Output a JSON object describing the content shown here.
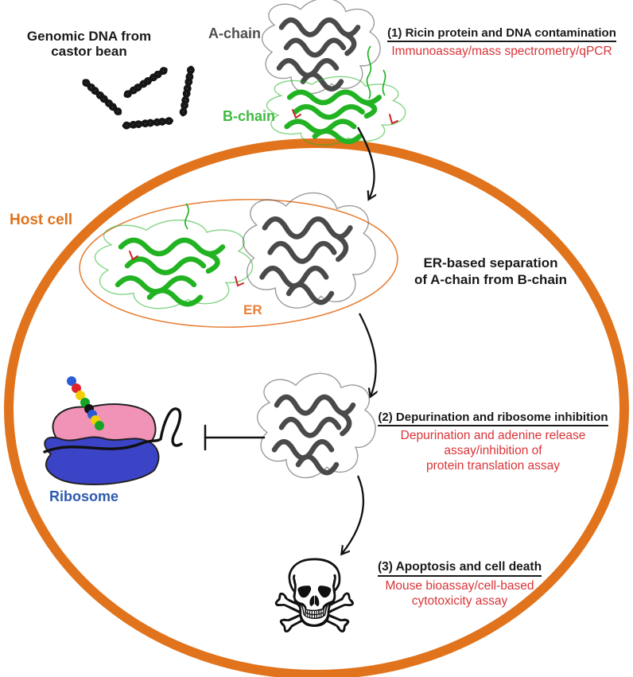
{
  "palette": {
    "membrane_orange": "#e0731c",
    "er_orange": "#e8813a",
    "assay_red": "#d93438",
    "a_chain_gray": "#4a4a4a",
    "b_chain_green": "#22b322",
    "ribosome_pink": "#f192b7",
    "ribosome_blue": "#3b43c7",
    "ribosome_label_blue": "#2e5aae"
  },
  "top_left": {
    "dna_label_line1": "Genomic DNA from",
    "dna_label_line2": "castor bean"
  },
  "ricin": {
    "a_chain_label": "A-chain",
    "b_chain_label": "B-chain"
  },
  "host_cell_label": "Host cell",
  "er": {
    "label": "ER",
    "separation_line1": "ER-based separation",
    "separation_line2": "of A-chain from B-chain"
  },
  "ribosome_label": "Ribosome",
  "steps": [
    {
      "title": "(1) Ricin protein and DNA contamination",
      "assay_lines": [
        "Immunoassay/mass spectrometry/qPCR"
      ]
    },
    {
      "title": "(2) Depurination and ribosome inhibition",
      "assay_lines": [
        "Depurination and adenine release",
        "assay/inhibition of",
        "protein translation assay"
      ]
    },
    {
      "title": "(3) Apoptosis and cell death",
      "assay_lines": [
        "Mouse bioassay/cell-based",
        "cytotoxicity assay"
      ]
    }
  ],
  "icons": {
    "skull": "☠"
  }
}
